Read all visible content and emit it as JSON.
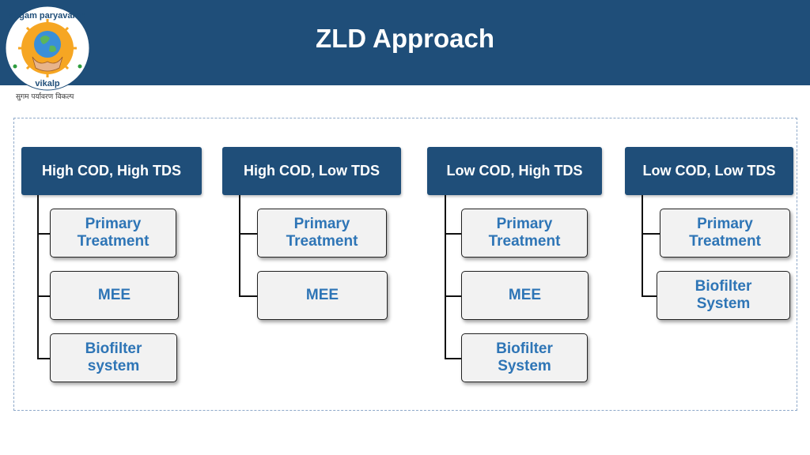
{
  "header": {
    "title": "ZLD Approach"
  },
  "logo": {
    "text_top": "sugam paryavaran",
    "text_bottom": "vikalp",
    "tagline": "सुगम पर्यावरण विकल्प"
  },
  "diagram": {
    "columns": [
      {
        "label": "High COD, High TDS",
        "steps": [
          {
            "line1": "Primary",
            "line2": "Treatment"
          },
          {
            "line1": "MEE",
            "line2": ""
          },
          {
            "line1": "Biofilter",
            "line2": "system"
          }
        ]
      },
      {
        "label": "High COD, Low TDS",
        "steps": [
          {
            "line1": "Primary",
            "line2": "Treatment"
          },
          {
            "line1": "MEE",
            "line2": ""
          }
        ]
      },
      {
        "label": "Low COD, High TDS",
        "steps": [
          {
            "line1": "Primary",
            "line2": "Treatment"
          },
          {
            "line1": "MEE",
            "line2": ""
          },
          {
            "line1": "Biofilter",
            "line2": "System"
          }
        ]
      },
      {
        "label": "Low COD, Low TDS",
        "steps": [
          {
            "line1": "Primary",
            "line2": "Treatment"
          },
          {
            "line1": "Biofilter",
            "line2": "System"
          }
        ]
      }
    ]
  }
}
